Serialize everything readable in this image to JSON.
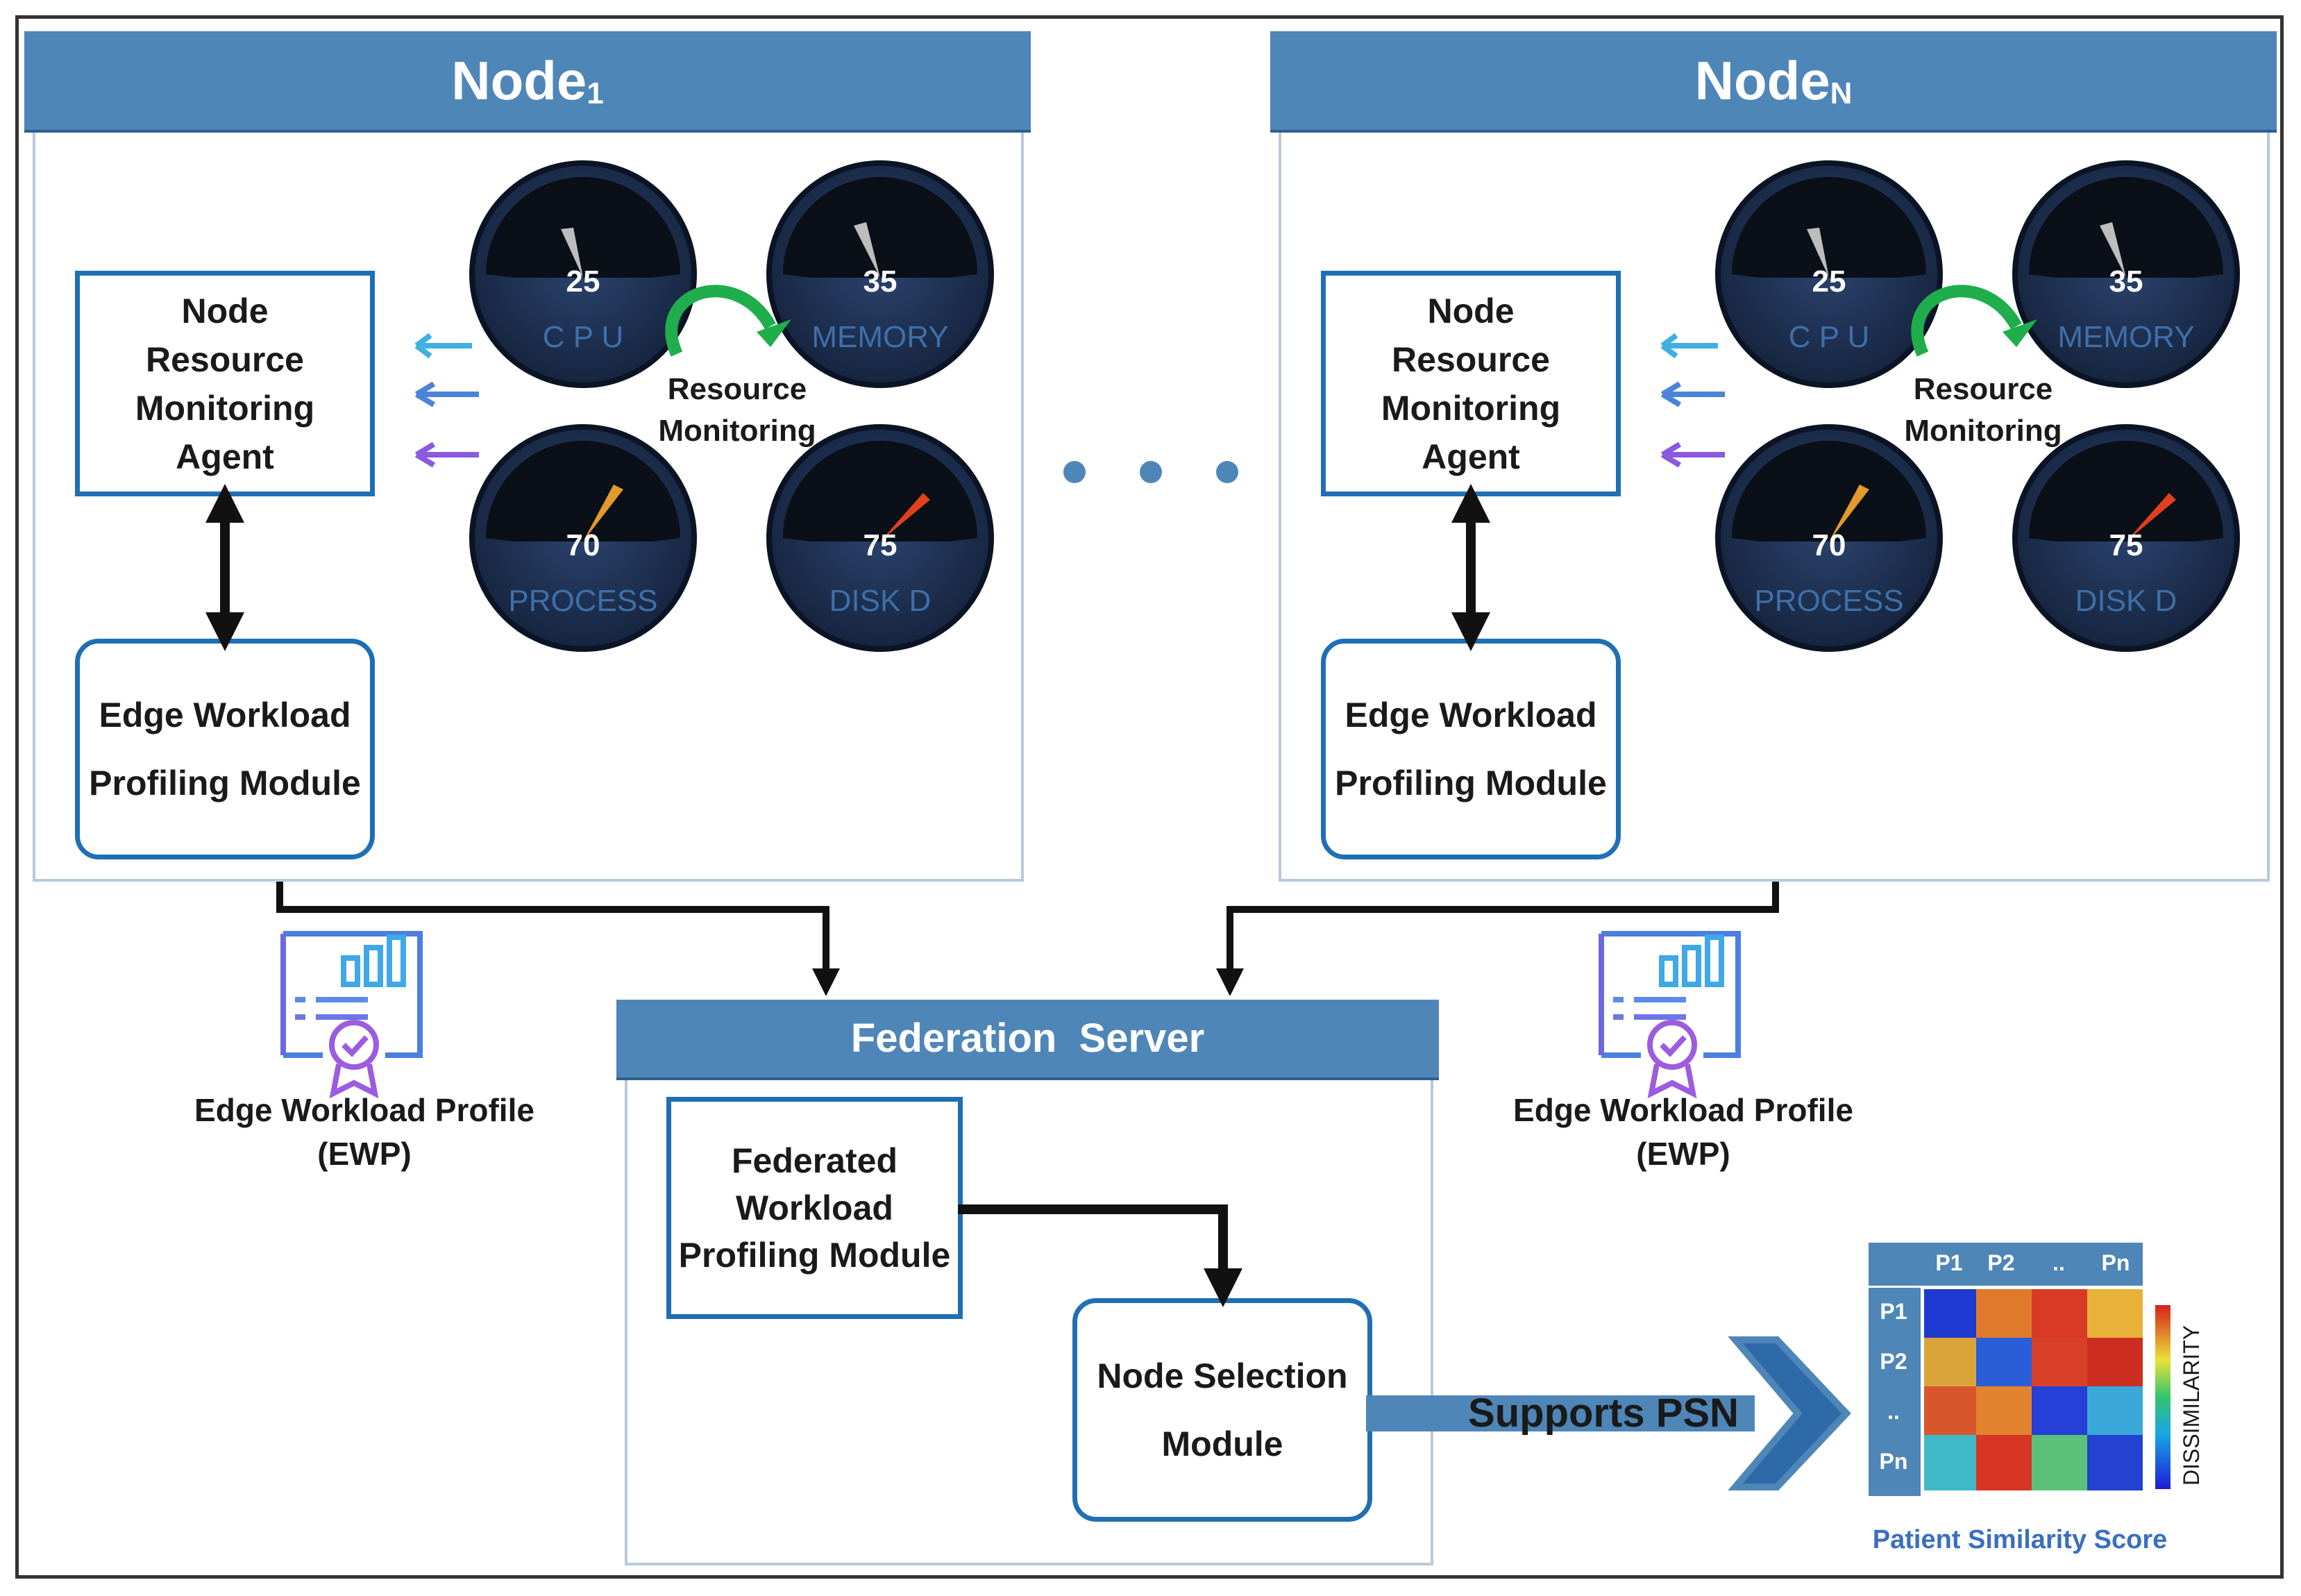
{
  "node1": {
    "title": "Node",
    "title_sub": "1",
    "agent_label": "Node Resource Monitoring Agent",
    "profiling_label": "Edge Workload Profiling Module",
    "monitoring_label": "Resource Monitoring",
    "gauges": [
      {
        "name": "C P U",
        "value": "25"
      },
      {
        "name": "MEMORY",
        "value": "35"
      },
      {
        "name": "PROCESS",
        "value": "70"
      },
      {
        "name": "DISK D",
        "value": "75"
      }
    ]
  },
  "nodeN": {
    "title": "Node",
    "title_sub": "N",
    "agent_label": "Node Resource Monitoring Agent",
    "profiling_label": "Edge Workload Profiling Module",
    "monitoring_label": "Resource Monitoring",
    "gauges": [
      {
        "name": "C P U",
        "value": "25"
      },
      {
        "name": "MEMORY",
        "value": "35"
      },
      {
        "name": "PROCESS",
        "value": "70"
      },
      {
        "name": "DISK D",
        "value": "75"
      }
    ]
  },
  "ewp_left": {
    "line1": "Edge Workload Profile",
    "line2": "(EWP)"
  },
  "ewp_right": {
    "line1": "Edge Workload Profile",
    "line2": "(EWP)"
  },
  "server": {
    "title": "Federation  Server",
    "federated_label": "Federated Workload Profiling Module",
    "selection_label": "Node Selection Module"
  },
  "psn_arrow_label": "Supports PSN",
  "similarity": {
    "col_headers": [
      "P1",
      "P2",
      "..",
      "Pn"
    ],
    "row_headers": [
      "P1",
      "P2",
      "..",
      "Pn"
    ],
    "colorbar_label": "DISSIMILARITY",
    "caption": "Patient Similarity Score"
  },
  "colors": {
    "banner": "#4f86b8",
    "box_border": "#1f6fb5",
    "gauge_bg": "#1d2f4e",
    "arrow_green": "#1fae4b"
  }
}
